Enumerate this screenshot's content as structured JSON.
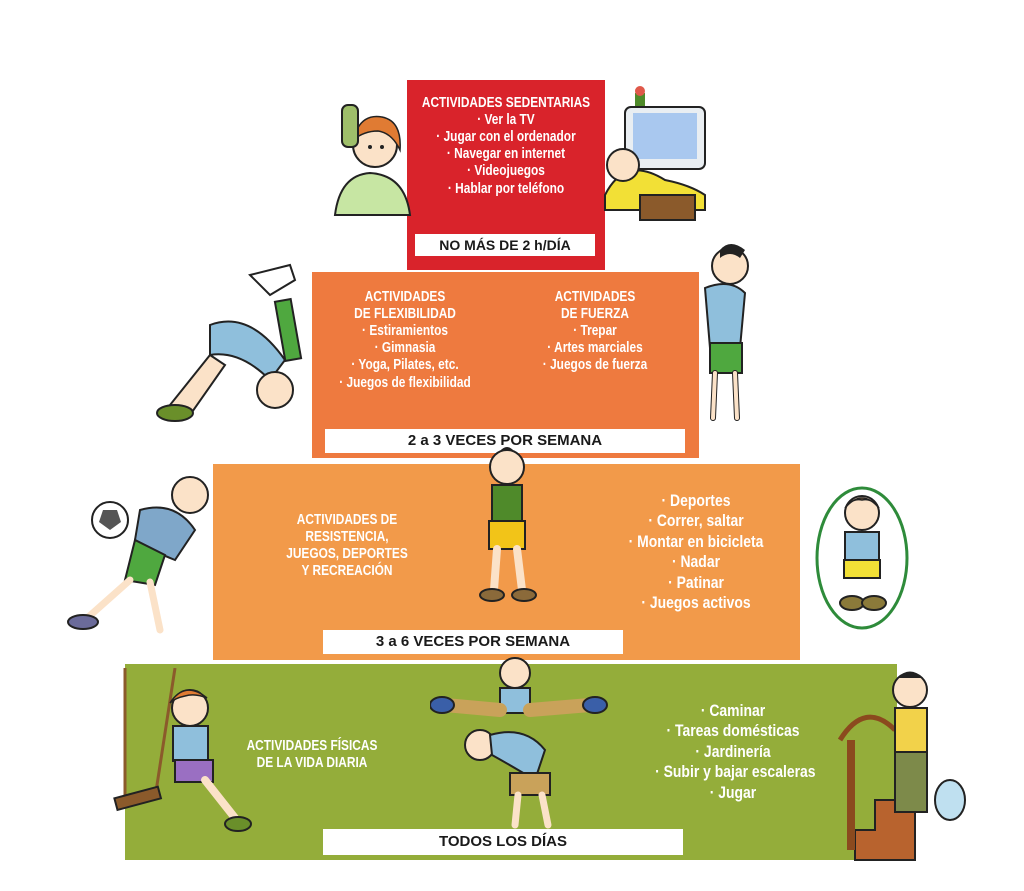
{
  "colors": {
    "sedentary": "#d9232b",
    "strength_flex": "#ee7a3f",
    "endurance": "#f29a4a",
    "daily": "#94ad3a",
    "band_text": "#1a1a1a"
  },
  "tiers": {
    "sedentary": {
      "heading": "ACTIVIDADES SEDENTARIAS",
      "items": [
        "· Ver la TV",
        "· Jugar con el ordenador",
        "· Navegar en internet",
        "· Videojuegos",
        "· Hablar por teléfono"
      ],
      "band": "NO MÁS DE 2 h/DÍA"
    },
    "flexibility": {
      "heading_lines": [
        "ACTIVIDADES",
        "DE FLEXIBILIDAD"
      ],
      "items": [
        "· Estiramientos",
        "· Gimnasia",
        "· Yoga, Pilates, etc.",
        "· Juegos de flexibilidad"
      ]
    },
    "strength": {
      "heading_lines": [
        "ACTIVIDADES",
        "DE FUERZA"
      ],
      "items": [
        "· Trepar",
        "· Artes marciales",
        "· Juegos de fuerza"
      ],
      "band": "2 a 3 VECES POR SEMANA"
    },
    "endurance": {
      "heading_lines": [
        "ACTIVIDADES DE",
        "RESISTENCIA,",
        "JUEGOS, DEPORTES",
        "Y RECREACIÓN"
      ],
      "items": [
        "· Deportes",
        "· Correr, saltar",
        "· Montar en bicicleta",
        "· Nadar",
        "· Patinar",
        "· Juegos activos"
      ],
      "band": "3 a 6 VECES POR SEMANA"
    },
    "daily": {
      "heading_lines": [
        "ACTIVIDADES FÍSICAS",
        "DE LA VIDA DIARIA"
      ],
      "items": [
        "· Caminar",
        "· Tareas domésticas",
        "· Jardinería",
        "· Subir y bajar escaleras",
        "· Jugar"
      ],
      "band": "TODOS LOS DÍAS"
    }
  },
  "illustrations": [
    "phone-child-illustration",
    "computer-child-illustration",
    "backbend-child-illustration",
    "climbing-child-illustration",
    "soccer-child-illustration",
    "running-child-illustration",
    "jump-rope-child-illustration",
    "swing-child-illustration",
    "leapfrog-children-illustration",
    "stairs-shopping-child-illustration"
  ]
}
